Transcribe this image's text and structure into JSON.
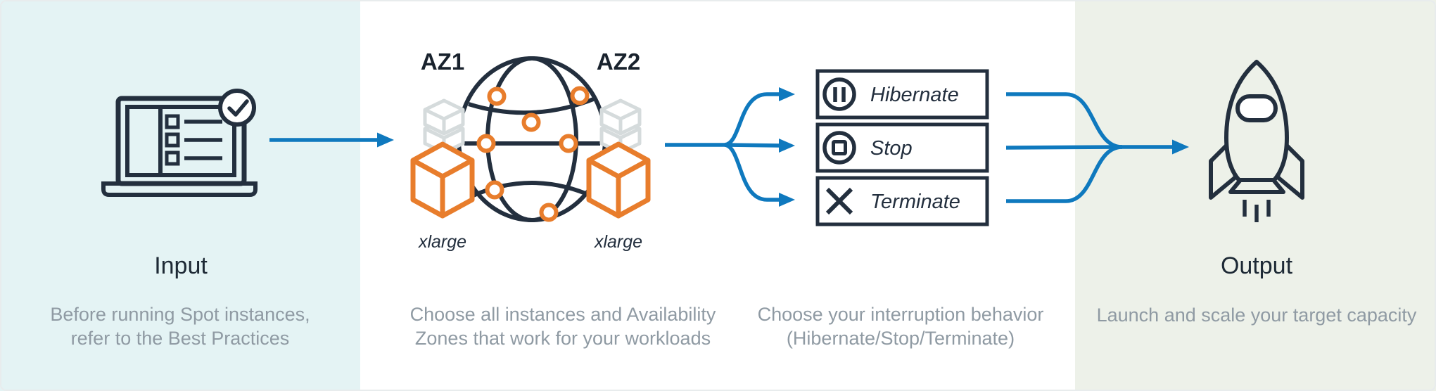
{
  "diagram": {
    "input_panel": {
      "heading": "Input",
      "caption_line1": "Before running Spot instances,",
      "caption_line2": "refer to the Best Practices"
    },
    "instances_panel": {
      "az1_label": "AZ1",
      "az2_label": "AZ2",
      "xlarge_left": "xlarge",
      "xlarge_right": "xlarge",
      "caption_line1": "Choose all instances and Availability",
      "caption_line2": "Zones that work for your workloads"
    },
    "interruption_panel": {
      "options": [
        {
          "label": "Hibernate",
          "icon": "pause-circle-icon"
        },
        {
          "label": "Stop",
          "icon": "stop-circle-icon"
        },
        {
          "label": "Terminate",
          "icon": "x-mark-icon"
        }
      ],
      "caption_line1": "Choose your interruption behavior",
      "caption_line2": "(Hibernate/Stop/Terminate)"
    },
    "output_panel": {
      "heading": "Output",
      "caption_line1": "Launch and scale your target capacity"
    },
    "colors": {
      "accent_blue": "#0f79be",
      "accent_orange": "#e87d2c",
      "ink_navy": "#232f3e",
      "panel_teal": "#e4f3f4",
      "panel_green": "#edf1e9",
      "caption_gray": "#8f9aa3",
      "cube_gray": "#d5dbdc"
    }
  }
}
